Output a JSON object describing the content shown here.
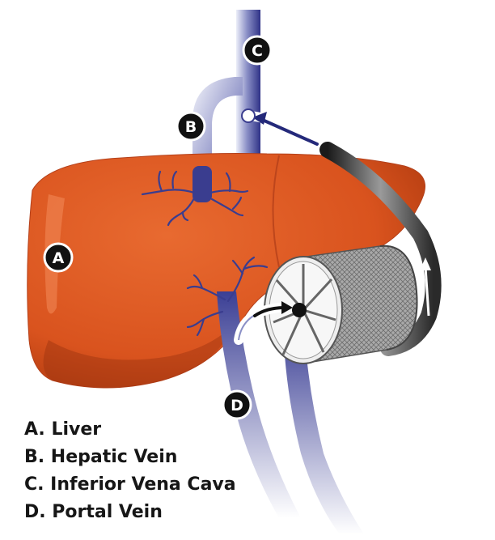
{
  "markers": [
    {
      "id": "A",
      "label": "A"
    },
    {
      "id": "B",
      "label": "B"
    },
    {
      "id": "C",
      "label": "C"
    },
    {
      "id": "D",
      "label": "D"
    }
  ],
  "legend": [
    {
      "letter": "A",
      "text": "A. Liver"
    },
    {
      "letter": "B",
      "text": "B. Hepatic Vein"
    },
    {
      "letter": "C",
      "text": "C. Inferior Vena Cava"
    },
    {
      "letter": "D",
      "text": "D. Portal Vein"
    }
  ],
  "colors": {
    "liver": "#d9531e",
    "liver_highlight": "#f07a45",
    "liver_shadow": "#b23c10",
    "vein": "#3a3d8f",
    "vein_light": "#d9dcf0",
    "marker": "#111111",
    "device": "#9a9a9a",
    "text": "#161616"
  }
}
